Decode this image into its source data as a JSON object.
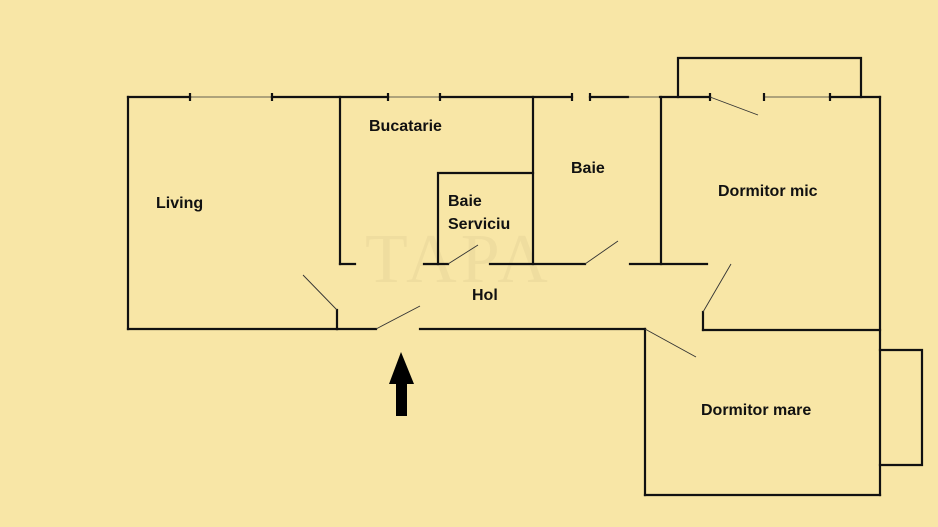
{
  "watermark": "TAPA",
  "rooms": {
    "living": "Living",
    "bucatarie": "Bucatarie",
    "baie_serviciu_line1": "Baie",
    "baie_serviciu_line2": "Serviciu",
    "baie": "Baie",
    "dormitor_mic": "Dormitor mic",
    "hol": "Hol",
    "dormitor_mare": "Dormitor mare"
  },
  "colors": {
    "background": "#f8e6a6",
    "walls": "#111111"
  },
  "icons": {
    "entrance": "arrow-up-icon"
  }
}
